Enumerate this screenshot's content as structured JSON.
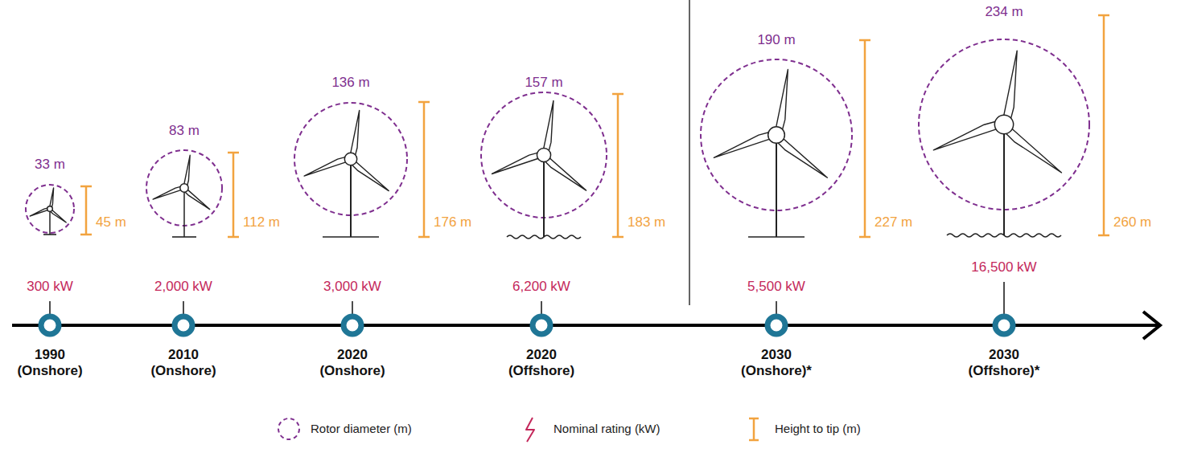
{
  "diagram": {
    "labels": [
      "33 m",
      "45 m",
      "300 kW",
      "1990 (Onshore)",
      "83 m",
      "112 m",
      "2,000 kW",
      "2010 (Onshore)",
      "136 m",
      "176 m",
      "3,000 kW",
      "2020 (Onshore)",
      "157 m",
      "183 m",
      "6,200 kW",
      "2020 (Offshore)",
      "190 m",
      "227 m",
      "5,500 kW",
      "2030 (Onshore)*",
      "234 m",
      "260 m",
      "16,500 kW",
      "2030 (Offshore)*"
    ],
    "legend": [
      {
        "text": "Rotor diameter (m)"
      },
      {
        "text": "Nominal rating (kW)"
      },
      {
        "text": "Height to tip (m)"
      }
    ]
  }
}
